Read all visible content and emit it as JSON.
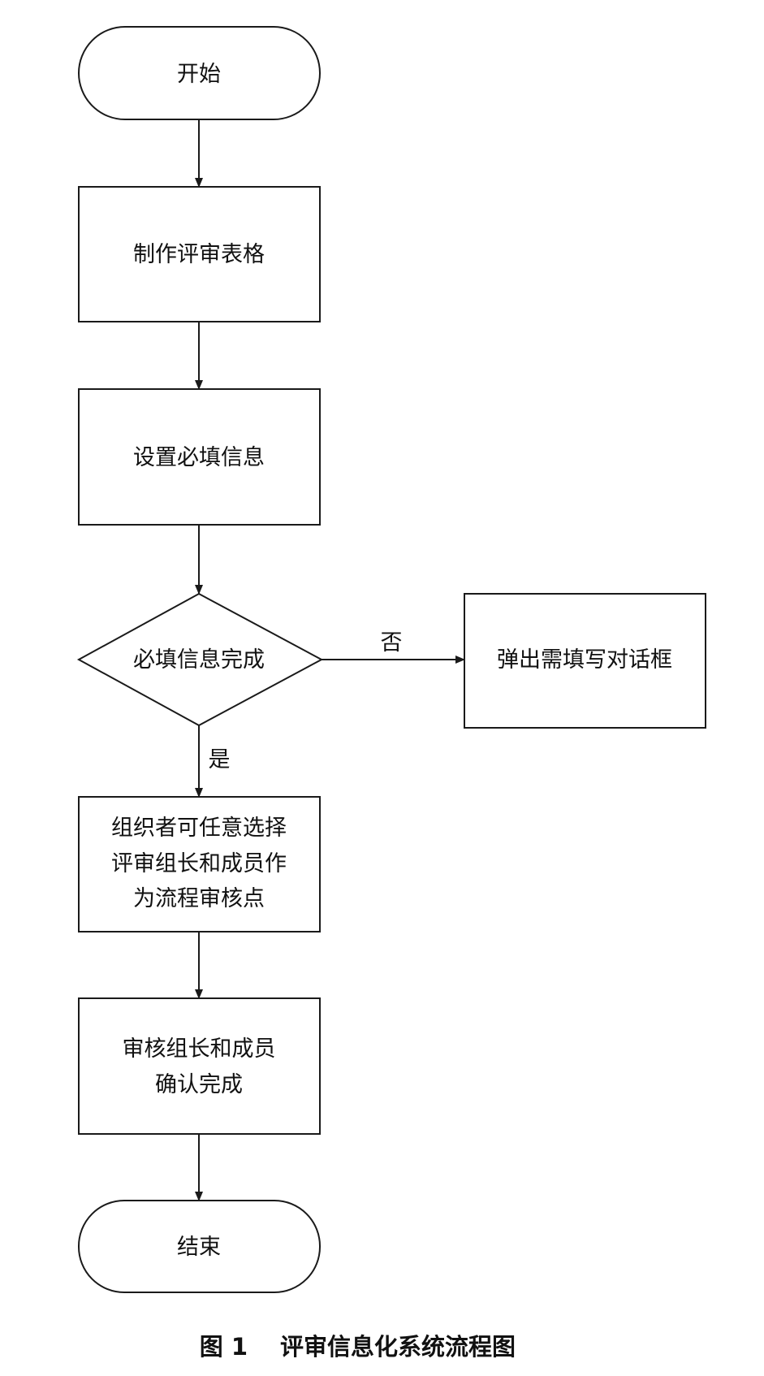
{
  "nodes": {
    "start": "开始",
    "make_form": "制作评审表格",
    "set_required": "设置必填信息",
    "decision": "必填信息完成",
    "popup": "弹出需填写对话框",
    "choose": [
      "组织者可任意选择",
      "评审组长和成员作",
      "为流程审核点"
    ],
    "confirm": [
      "审核组长和成员",
      "确认完成"
    ],
    "end": "结束"
  },
  "edges": {
    "no_label": "否",
    "yes_label": "是"
  },
  "caption": {
    "figure_number": "图 1",
    "title": "评审信息化系统流程图"
  }
}
